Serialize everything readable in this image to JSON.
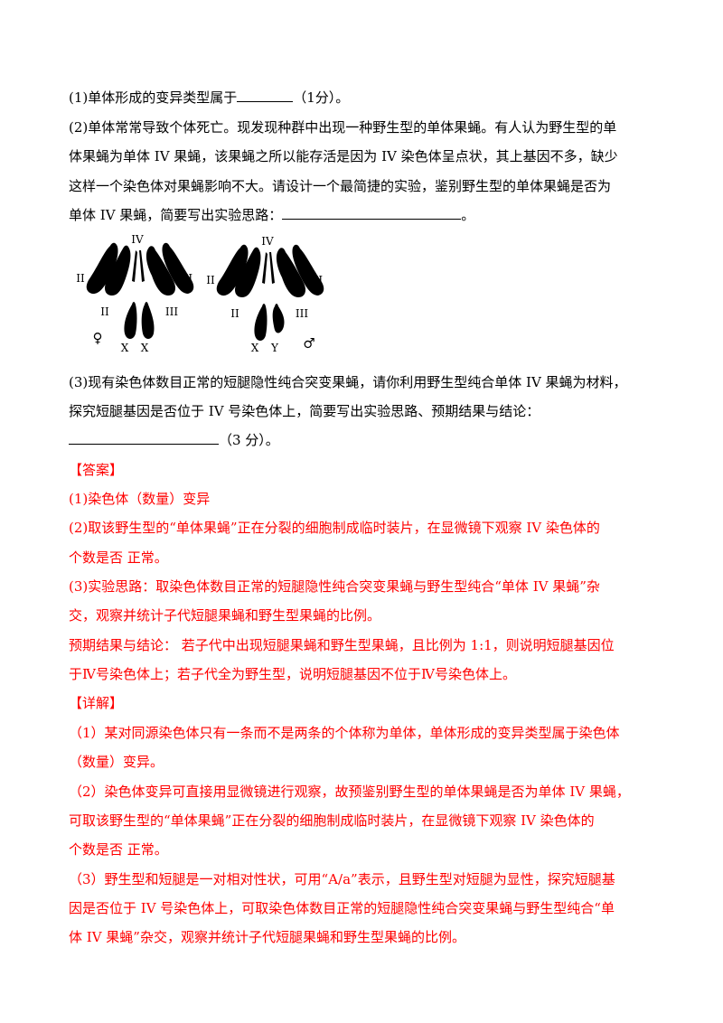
{
  "questions": {
    "q1": {
      "prefix": "(1)单体形成的变异类型属于",
      "suffix": "（1分）。"
    },
    "q2": {
      "line1": "(2)单体常常导致个体死亡。现发现种群中出现一种野生型的单体果蝇。有人认为野生型的单",
      "line2": "体果蝇为单体 IV 果蝇，该果蝇之所以能存活是因为 IV 染色体呈点状，其上基因不多，缺少",
      "line3": "这样一个染色体对果蝇影响不大。请设计一个最简捷的实验，鉴别野生型的单体果蝇是否为",
      "line4_prefix": "单体 IV 果蝇，简要写出实验思路：",
      "line4_suffix": "。"
    },
    "q3": {
      "line1": "(3)现有染色体数目正常的短腿隐性纯合突变果蝇，请你利用野生型纯合单体 IV 果蝇为材料，",
      "line2": "探究短腿基因是否位于 IV 号染色体上，简要写出实验思路、预期结果与结论：",
      "line3_suffix": "（3 分）。"
    }
  },
  "figure": {
    "female": {
      "top": "IV",
      "left_upper": "II",
      "right_upper": "III",
      "left_lower": "II",
      "right_lower": "III",
      "sex1": "X",
      "sex2": "X",
      "symbol": "♀"
    },
    "male": {
      "top": "IV",
      "left_upper": "II",
      "right_upper": "III",
      "left_lower": "II",
      "right_lower": "III",
      "sex1": "X",
      "sex2": "Y",
      "symbol": "♂"
    }
  },
  "answer": {
    "heading": "【答案】",
    "a1": "(1)染色体（数量）变异",
    "a2_line1": "(2)取该野生型的“单体果蝇”正在分裂的细胞制成临时装片，在显微镜下观察 IV  染色体的",
    "a2_line2": "个数是否        正常。",
    "a3_line1": "(3)实验思路：取染色体数目正常的短腿隐性纯合突变果蝇与野生型纯合“单体 IV 果蝇”杂",
    "a3_line2": "交，观察并统计子代短腿果蝇和野生型果蝇的比例。",
    "a3_line3": "预期结果与结论：  若子代中出现短腿果蝇和野生型果蝇，且比例为 1:1，则说明短腿基因位",
    "a3_line4": "于Ⅳ号染色体上；若子代全为野生型，说明短腿基因不位于Ⅳ号染色体上。"
  },
  "detail": {
    "heading": "【详解】",
    "d1_line1": "（1）某对同源染色体只有一条而不是两条的个体称为单体，单体形成的变异类型属于染色体",
    "d1_line2": "（数量）变异。",
    "d2_line1": "（2）染色体变异可直接用显微镜进行观察，故预鉴别野生型的单体果蝇是否为单体 IV 果蝇，",
    "d2_line2": "可取该野生型的“单体果蝇”正在分裂的细胞制成临时装片，在显微镜下观察 IV  染色体的",
    "d2_line3": "个数是否  正常。",
    "d3_line1": "（3）野生型和短腿是一对相对性状，可用“A/a”表示，且野生型对短腿为显性，探究短腿基",
    "d3_line2": "因是否位于 IV 号染色体上，可取染色体数目正常的短腿隐性纯合突变果蝇与野生型纯合“单",
    "d3_line3": "体 IV 果蝇”杂交，观察并统计子代短腿果蝇和野生型果蝇的比例。"
  }
}
